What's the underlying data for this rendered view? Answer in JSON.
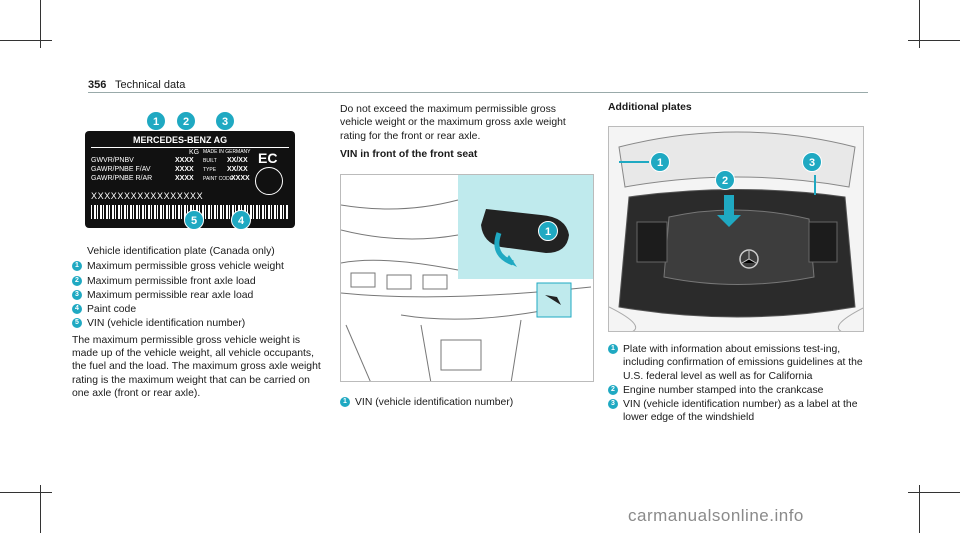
{
  "header": {
    "page_number": "356",
    "title": "Technical data"
  },
  "left": {
    "plate": {
      "brand": "MERCEDES-BENZ AG",
      "rows": [
        "GWVR/PNBV",
        "GAWR/PNBE F/AV",
        "GAWR/PNBE R/AR"
      ],
      "values": [
        "XXXX",
        "XXXX",
        "XXXX"
      ],
      "made": "MADE IN GERMANY",
      "built": "BUILT",
      "type": "TYPE",
      "paint": "PAINT CODE",
      "built_val": "XX/XX",
      "type_val": "XX/XX",
      "paint_val": "XXXX",
      "ec": "EC",
      "kg": "KG",
      "vin": "XXXXXXXXXXXXXXXXX",
      "callouts": [
        "1",
        "2",
        "3",
        "5",
        "4"
      ]
    },
    "caption": "Vehicle identification plate (Canada only)",
    "items": [
      {
        "n": "1",
        "text": "Maximum permissible gross vehicle weight"
      },
      {
        "n": "2",
        "text": "Maximum permissible front axle load"
      },
      {
        "n": "3",
        "text": "Maximum permissible rear axle load"
      },
      {
        "n": "4",
        "text": "Paint code"
      },
      {
        "n": "5",
        "text": "VIN (vehicle identification number)"
      }
    ],
    "paragraph": "The maximum permissible gross vehicle weight is made up of the vehicle weight, all vehicle occupants, the fuel and the load. The maximum gross axle weight rating is the maximum weight that can be carried on one axle (front or rear axle)."
  },
  "middle": {
    "intro": "Do not exceed the maximum permissible gross vehicle weight or the maximum gross axle weight rating for the front or rear axle.",
    "heading": "VIN in front of the front seat",
    "callout": "1",
    "items": [
      {
        "n": "1",
        "text": "VIN (vehicle identification number)"
      }
    ]
  },
  "right": {
    "heading": "Additional plates",
    "callouts": [
      "1",
      "2",
      "3"
    ],
    "items": [
      {
        "n": "1",
        "text": "Plate with information about emissions test-ing, including confirmation of emissions guidelines at the U.S. federal level as well as for California"
      },
      {
        "n": "2",
        "text": "Engine number stamped into the crankcase"
      },
      {
        "n": "3",
        "text": "VIN (vehicle identification number) as a label at the lower edge of the windshield"
      }
    ]
  },
  "watermark": "carmanualsonline.info",
  "colors": {
    "accent": "#1fa9c2",
    "figure_highlight": "#bfeaed"
  }
}
